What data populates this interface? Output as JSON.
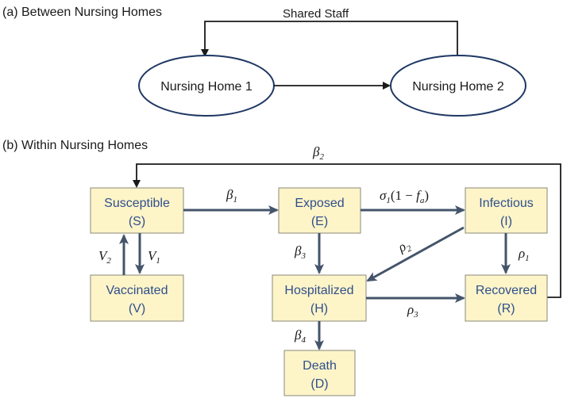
{
  "section_a": {
    "title": "(a) Between Nursing Homes",
    "shared_staff_label": "Shared Staff",
    "home1": "Nursing Home 1",
    "home2": "Nursing Home 2"
  },
  "section_b": {
    "title": "(b) Within Nursing Homes",
    "nodes": {
      "susceptible": {
        "name": "Susceptible",
        "symbol": "(S)"
      },
      "exposed": {
        "name": "Exposed",
        "symbol": "(E)"
      },
      "infectious": {
        "name": "Infectious",
        "symbol": "(I)"
      },
      "vaccinated": {
        "name": "Vaccinated",
        "symbol": "(V)"
      },
      "hospitalized": {
        "name": "Hospitalized",
        "symbol": "(H)"
      },
      "recovered": {
        "name": "Recovered",
        "symbol": "(R)"
      },
      "death": {
        "name": "Death",
        "symbol": "(D)"
      }
    },
    "edges": {
      "beta1": {
        "sym": "β",
        "sub": "1"
      },
      "beta2": {
        "sym": "β",
        "sub": "2"
      },
      "beta3": {
        "sym": "β",
        "sub": "3"
      },
      "beta4": {
        "sym": "β",
        "sub": "4"
      },
      "rho1": {
        "sym": "ρ",
        "sub": "1"
      },
      "rho2": {
        "sym": "ρ",
        "sub": "2"
      },
      "rho3": {
        "sym": "ρ",
        "sub": "3"
      },
      "v1": {
        "sym": "V",
        "sub": "1"
      },
      "v2": {
        "sym": "V",
        "sub": "2"
      },
      "sigma": {
        "sym": "σ",
        "sub": "1",
        "rest_open": "(1 − ",
        "f": "f",
        "fsub": "a",
        "rest_close": ")"
      }
    }
  },
  "colors": {
    "box_fill": "#fdf4c8",
    "box_text": "#2f4f8c",
    "flow_arrow": "#44546a",
    "ellipse_stroke": "#1f3864"
  }
}
